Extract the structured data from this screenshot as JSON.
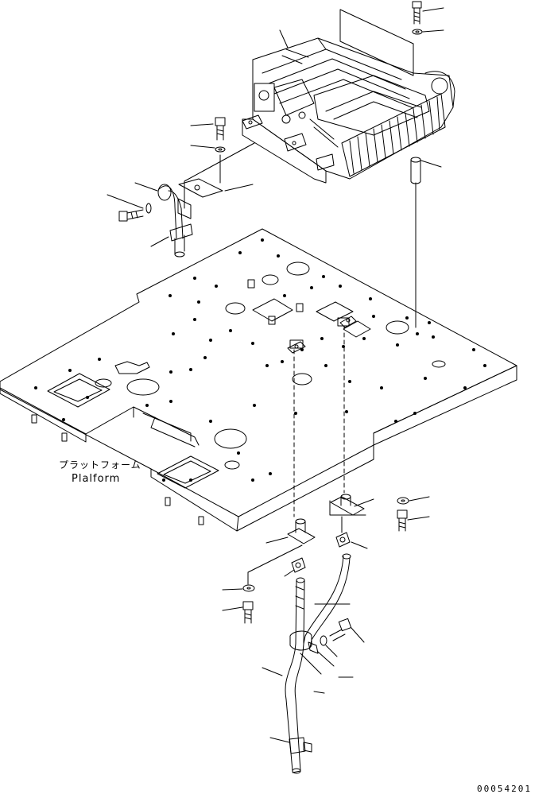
{
  "labels": {
    "platform_jp": "プラットフォーム",
    "platform_en": "Plalform",
    "drawing_code": "00054201"
  },
  "colors": {
    "line": "#000000",
    "background": "#ffffff"
  }
}
